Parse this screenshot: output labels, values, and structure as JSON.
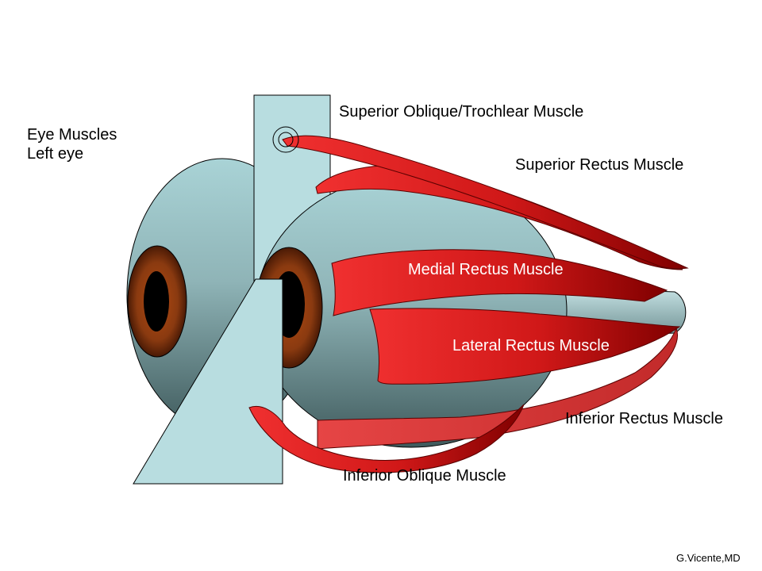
{
  "title": {
    "line1": "Eye Muscles",
    "line2": "Left eye"
  },
  "labels": {
    "superior_oblique": "Superior Oblique/Trochlear Muscle",
    "superior_rectus": "Superior Rectus Muscle",
    "medial_rectus": "Medial Rectus Muscle",
    "lateral_rectus": "Lateral Rectus Muscle",
    "inferior_rectus": "Inferior Rectus Muscle",
    "inferior_oblique": "Inferior Oblique Muscle"
  },
  "credit": "G.Vicente,MD",
  "colors": {
    "muscle": "#e62020",
    "muscle_dark": "#8b0000",
    "eyeball": "#9fc4c8",
    "eyeball_shadow": "#3f5a5c",
    "iris": "#8a3a10",
    "pupil": "#000000",
    "plate": "#b8dde0"
  },
  "icons": {
    "trochlea": "pulley-ring",
    "optic_nerve": "nerve-stalk"
  }
}
